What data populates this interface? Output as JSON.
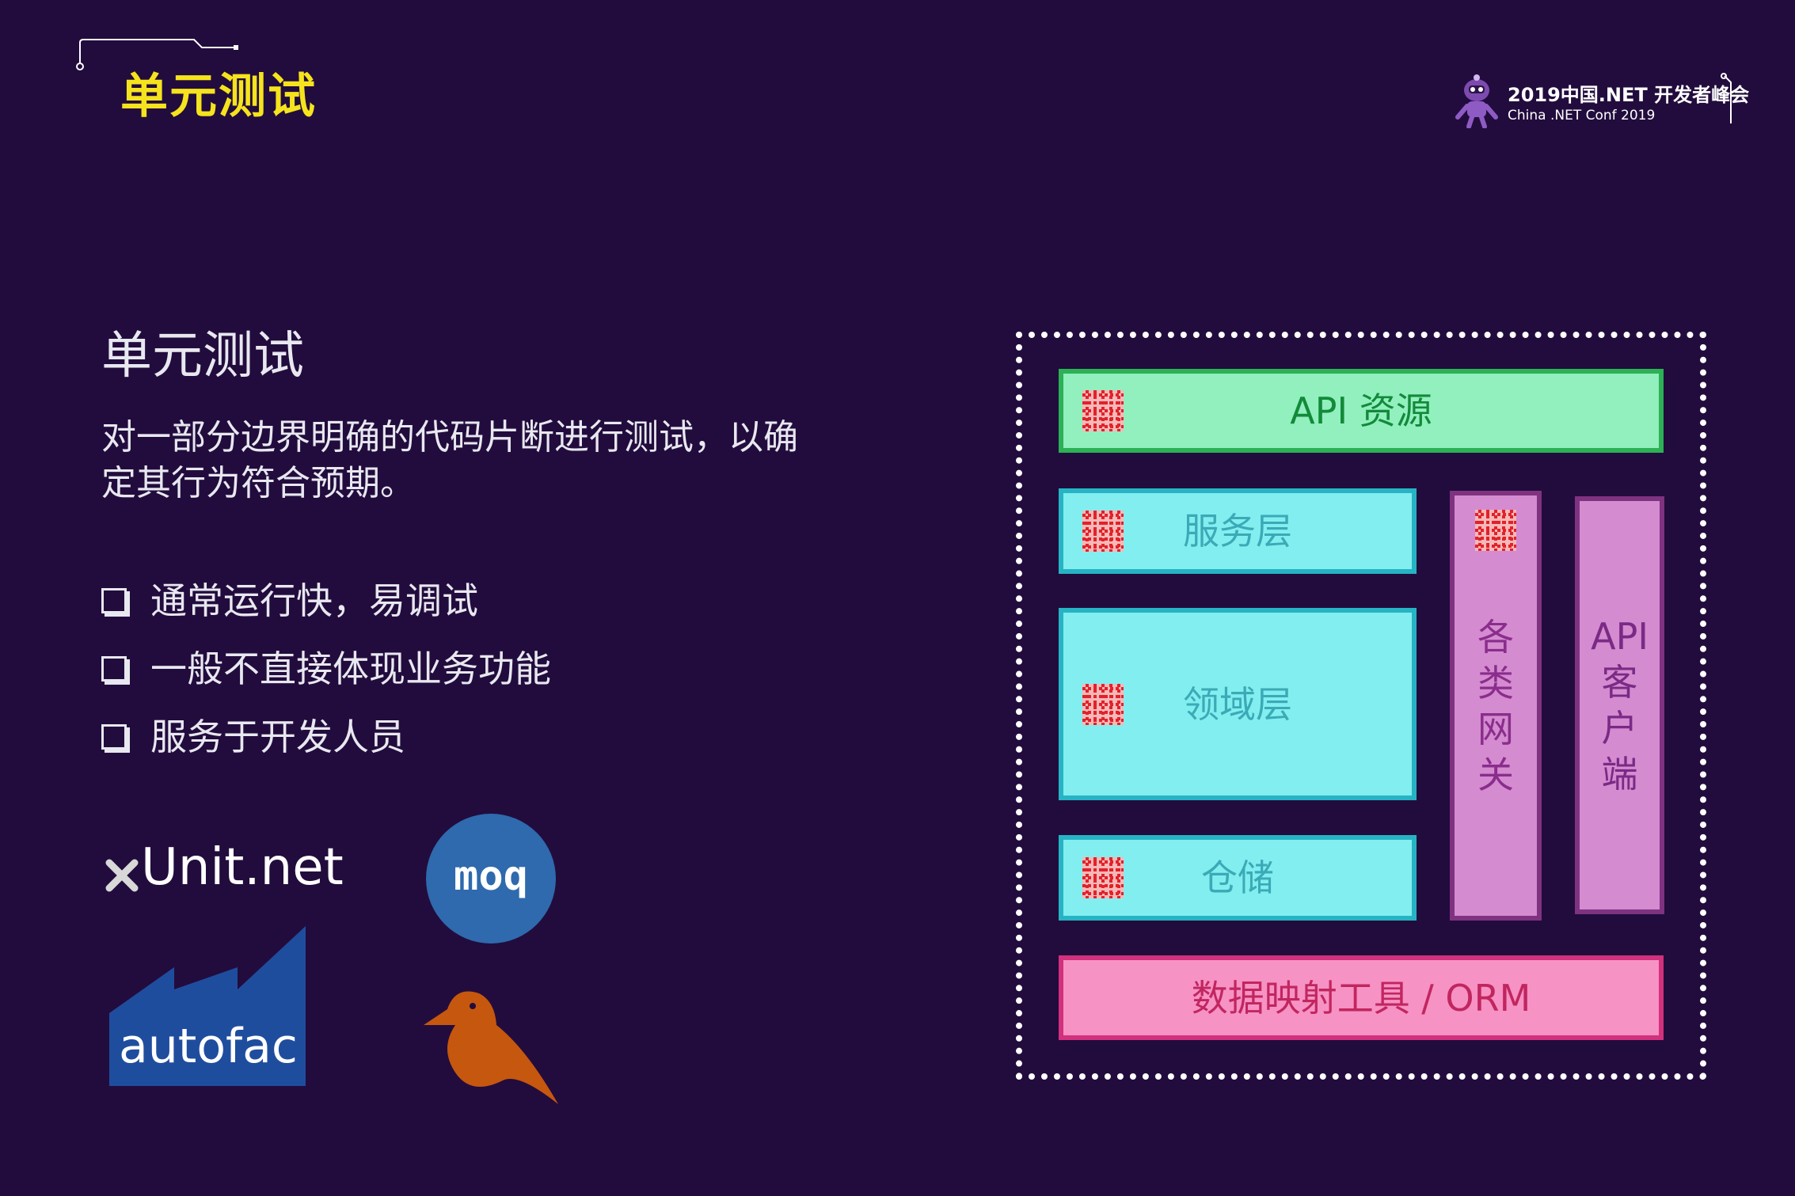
{
  "header": {
    "title": "单元测试",
    "conf_title": "2019中国.NET 开发者峰会",
    "conf_subtitle": "China .NET Conf 2019"
  },
  "content": {
    "heading": "单元测试",
    "description": "对一部分边界明确的代码片断进行测试，以确定其行为符合预期。",
    "bullets": [
      "通常运行快，易调试",
      "一般不直接体现业务功能",
      "服务于开发人员"
    ]
  },
  "logos": {
    "xunit": "Unit.net",
    "moq": "moq",
    "autofac": "autofac"
  },
  "diagram": {
    "api": "API 资源",
    "service": "服务层",
    "domain": "领域层",
    "repository": "仓储",
    "gateway": [
      "各",
      "类",
      "网",
      "关"
    ],
    "client": [
      "API",
      "客",
      "户",
      "端"
    ],
    "orm": "数据映射工具 / ORM"
  },
  "colors": {
    "background": "#220c3d",
    "title_yellow": "#f5e31d",
    "api_fill": "#92efbe",
    "layer_fill": "#83eef0",
    "side_fill": "#d48bd0",
    "orm_fill": "#f792c4"
  }
}
